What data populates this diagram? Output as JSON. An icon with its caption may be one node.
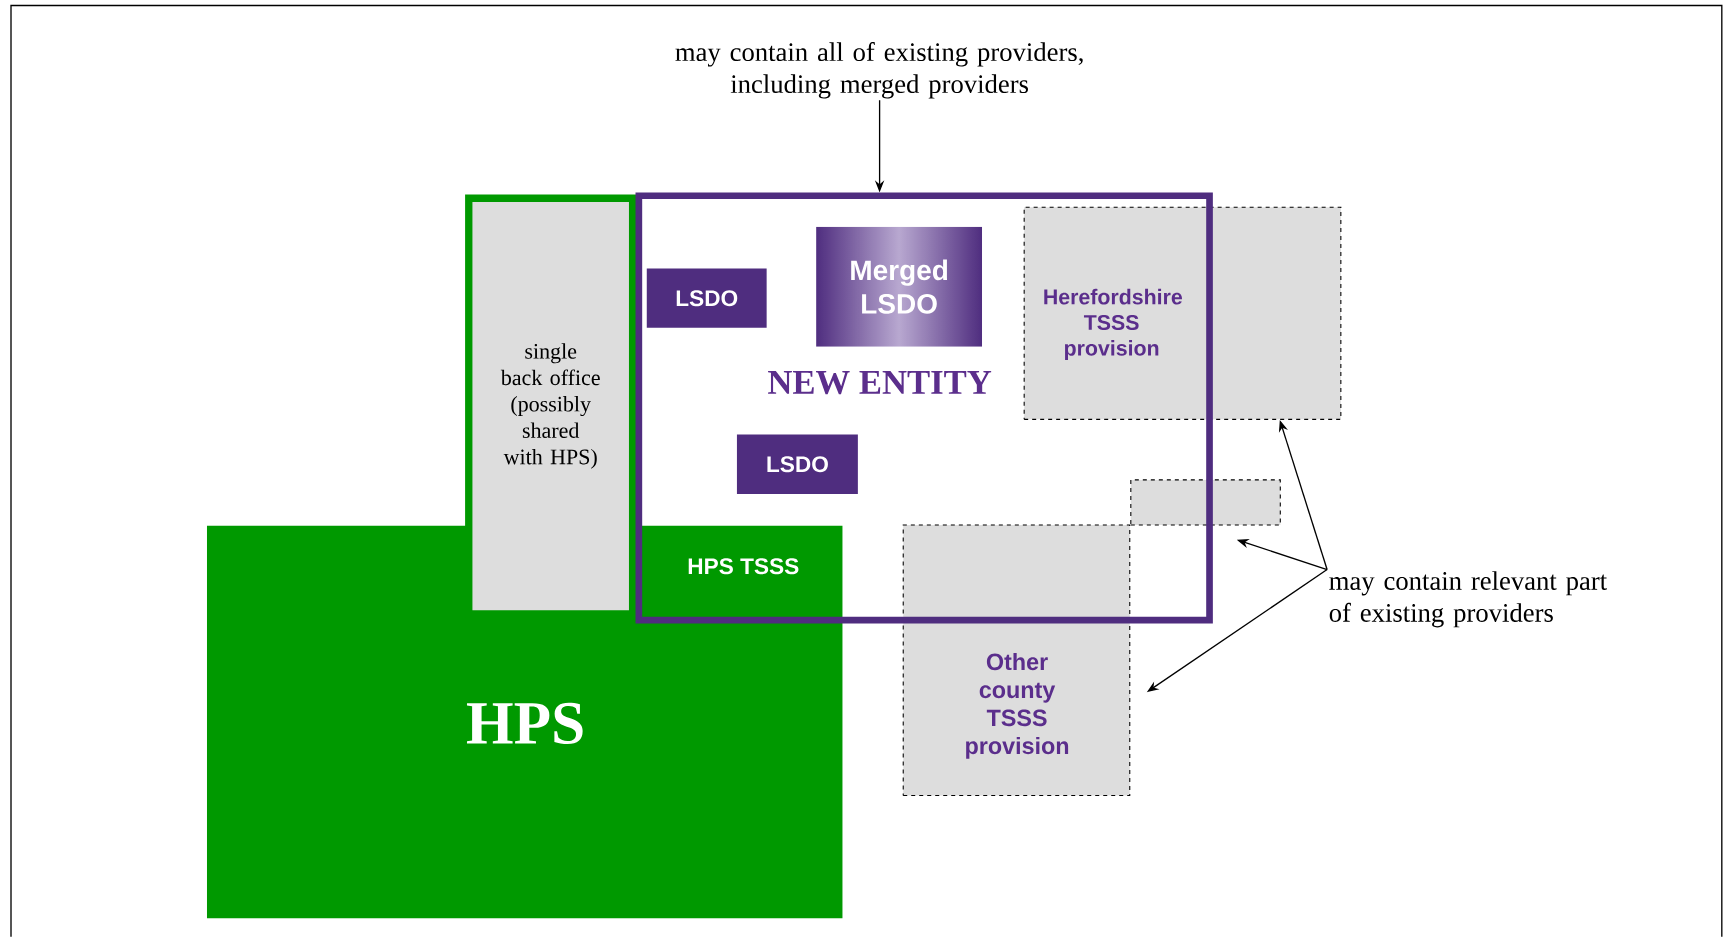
{
  "diagram": {
    "nodes": [
      {
        "text": [
          "may contain all of existing providers, including merged providers"
        ]
      },
      {
        "text": [
          "NEW ENTITY"
        ]
      },
      {
        "text": [
          "single back office (possibly shared with HPS)"
        ]
      },
      {
        "text": [
          "LSDO"
        ],
        "in": 1
      },
      {
        "text": [
          "Merged LSDO"
        ],
        "in": 1
      },
      {
        "text": [
          "LSDO"
        ],
        "in": 1
      },
      {
        "text": [
          "HPS"
        ]
      },
      {
        "text": [
          "Herefordshire TSSS provision"
        ]
      },
      {
        "text": [],
        "shape": "box"
      },
      {
        "text": [
          "Other county TSSS provision"
        ]
      },
      {
        "text": [
          "may contain relevant part of existing providers"
        ]
      }
    ],
    "edges": [
      {
        "from": 0,
        "to": 1,
        "arrow": "to"
      },
      {
        "from": 10,
        "to": 7,
        "arrow": "to"
      },
      {
        "from": 10,
        "to": 8,
        "arrow": "to"
      },
      {
        "from": 10,
        "to": 9,
        "arrow": "to"
      }
    ],
    "labels": [
      "HPS TSSS"
    ]
  }
}
